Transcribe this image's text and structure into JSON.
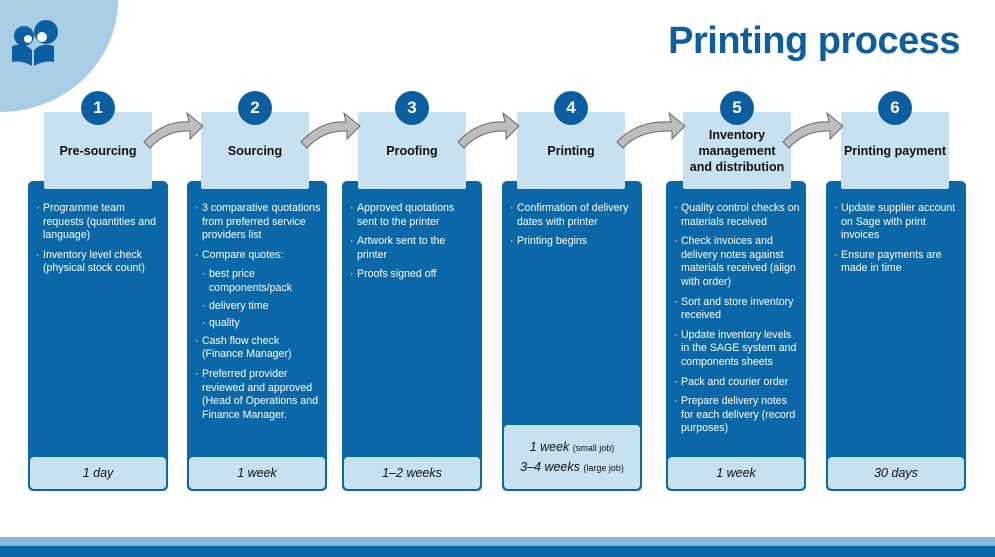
{
  "title": "Printing process",
  "colors": {
    "dark": "#0b68a8",
    "light": "#c8e1f1",
    "title": "#0b5fa0"
  },
  "steps": [
    {
      "num": "1",
      "title": "Pre-sourcing",
      "items": [
        "Programme team requests (quantities and language)",
        "Inventory level check (physical stock count)"
      ],
      "duration": "1 day"
    },
    {
      "num": "2",
      "title": "Sourcing",
      "items": [
        "3 comparative quotations from preferred service providers list",
        "Compare quotes:",
        "best price components/pack",
        "delivery time",
        "quality",
        "Cash flow check (Finance Manager)",
        "Preferred provider reviewed and approved (Head of Operations and Finance Manager."
      ],
      "duration": "1 week"
    },
    {
      "num": "3",
      "title": "Proofing",
      "items": [
        "Approved quotations sent to the printer",
        "Artwork sent to the printer",
        "Proofs signed off"
      ],
      "duration": "1–2 weeks"
    },
    {
      "num": "4",
      "title": "Printing",
      "items": [
        "Confirmation of delivery dates with printer",
        "Printing begins"
      ],
      "duration": "1 week",
      "duration_note": "(small job)",
      "duration2": "3–4 weeks",
      "duration2_note": "(large job)"
    },
    {
      "num": "5",
      "title": "Inventory management and distribution",
      "items": [
        "Quality control checks on materials received",
        "Check invoices and delivery notes against materials received (align with order)",
        "Sort and store inventory received",
        "Update inventory levels in the SAGE system and components sheets",
        "Pack and courier order",
        "Prepare delivery notes for each delivery (record purposes)"
      ],
      "duration": "1 week"
    },
    {
      "num": "6",
      "title": "Printing payment",
      "items": [
        "Update supplier account on Sage with print invoices",
        "Ensure payments are made in time"
      ],
      "duration": "30 days"
    }
  ]
}
